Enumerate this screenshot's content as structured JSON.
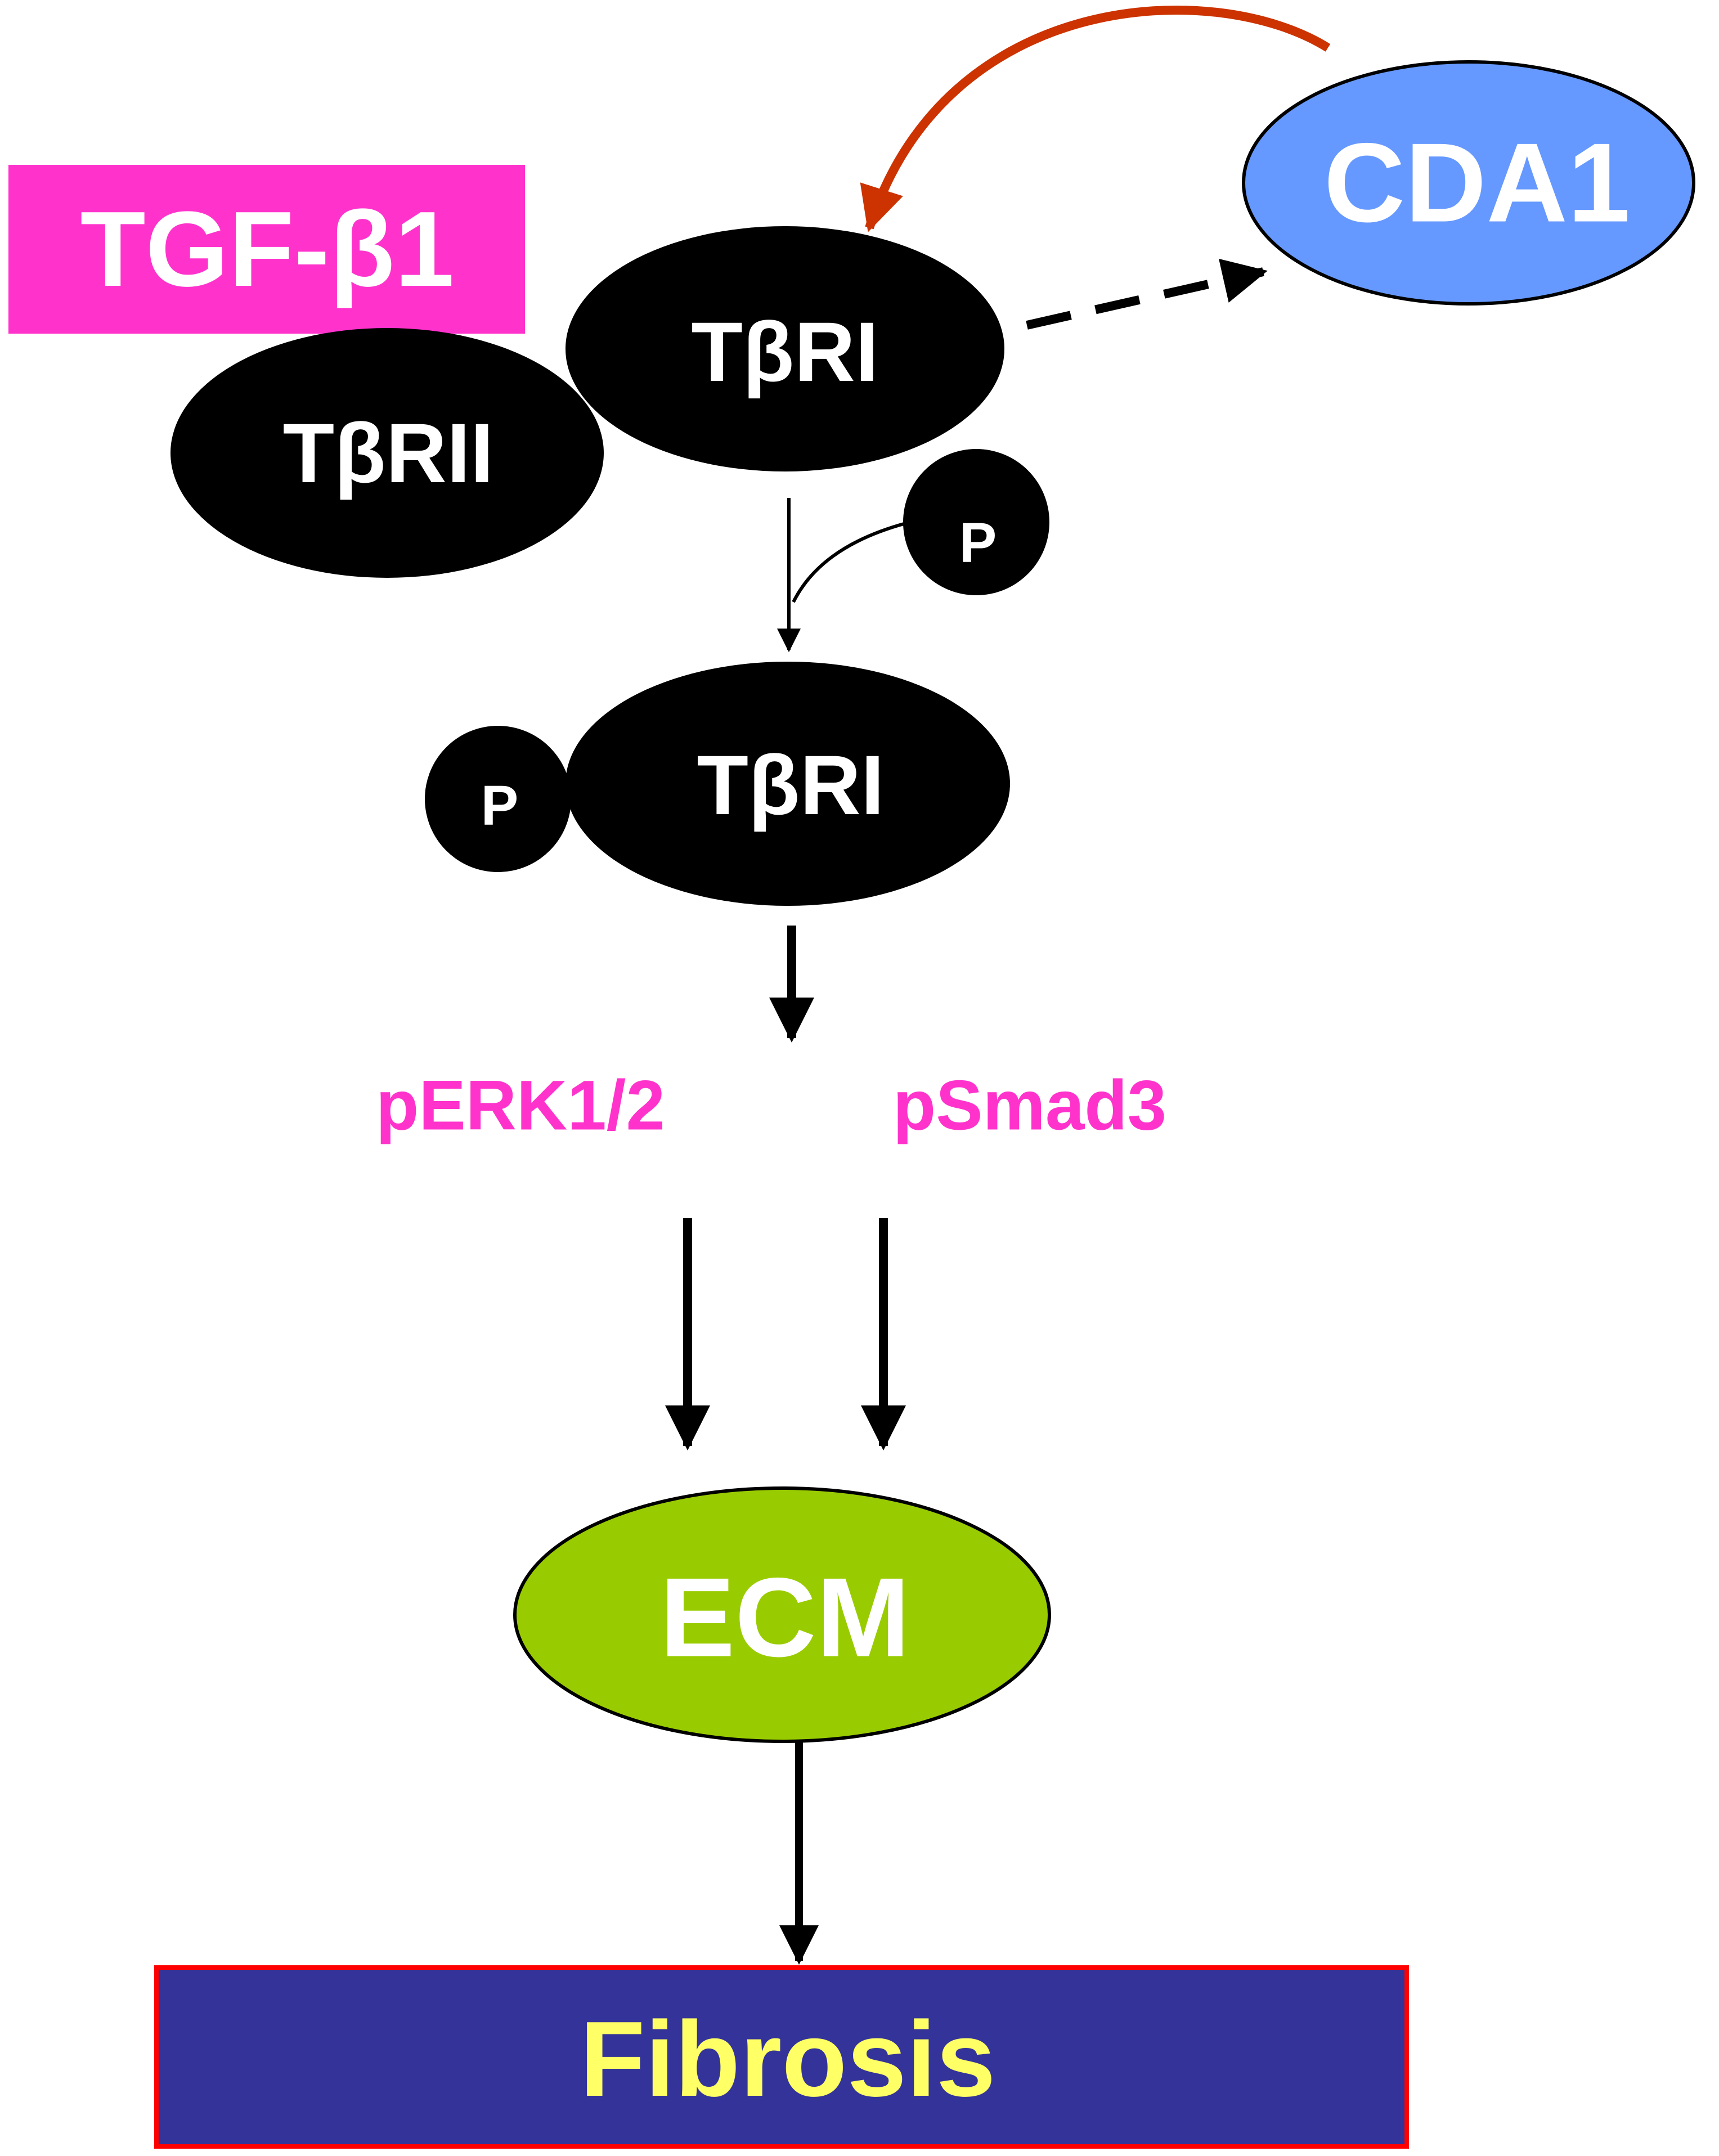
{
  "nodes": {
    "tgf": {
      "label": "TGF-β1"
    },
    "cda1": {
      "label": "CDA1"
    },
    "tbri_top": {
      "label": "TβRI"
    },
    "tbrii": {
      "label": "TβRII"
    },
    "p_free": {
      "label": "P"
    },
    "tbri_bottom": {
      "label": "TβRI"
    },
    "p_bound": {
      "label": "P"
    },
    "perk": {
      "label": "pERK1/2"
    },
    "psmad": {
      "label": "pSmad3"
    },
    "ecm": {
      "label": "ECM"
    },
    "fibrosis": {
      "label": "Fibrosis"
    }
  },
  "colors": {
    "tgf_fill": "#ff33cc",
    "cda1_fill": "#6699ff",
    "receptor_fill": "#000000",
    "pathway_text": "#ff33cc",
    "ecm_fill": "#99cc00",
    "fibrosis_fill": "#333399",
    "fibrosis_border": "#ff0000",
    "fibrosis_text": "#ffff66",
    "feedback_arrow": "#cc3300",
    "arrow": "#000000"
  }
}
